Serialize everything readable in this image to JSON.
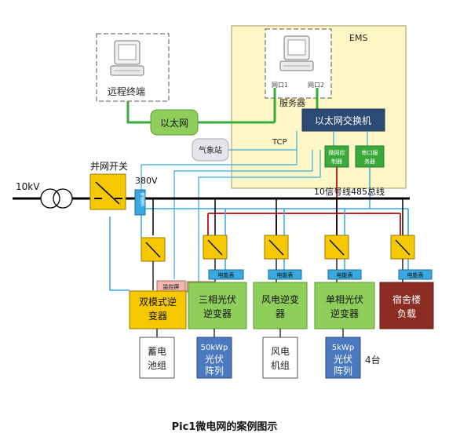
{
  "diagram": {
    "caption": "Pic1微电网的案例图示",
    "ems_label": "EMS",
    "remote_terminal": "远程终端",
    "server_label": "服务器",
    "server_port1": "网口1",
    "server_port2": "网口2",
    "ethernet": "以太网",
    "ethernet_switch": "以太网交换机",
    "weather_station": "气象站",
    "tcp": "TCP",
    "microgrid_ctrl": [
      "微网控",
      "制器"
    ],
    "serial_server": [
      "串口服",
      "务器"
    ],
    "grid_switch": "并网开关",
    "voltage_hv": "10kV",
    "voltage_lv": "380V",
    "signal_bus": "10信号线485总线",
    "energy_meter": "电能表",
    "monitor_screen": "监控屏",
    "units": [
      {
        "name": [
          "双模式逆",
          "变器"
        ],
        "source": [
          "蓄电",
          "池组"
        ]
      },
      {
        "name": [
          "三相光伏",
          "逆变器"
        ],
        "source": [
          "50kWp",
          "光伏",
          "阵列"
        ]
      },
      {
        "name": [
          "风电逆变",
          "器"
        ],
        "source": [
          "风电",
          "机组"
        ]
      },
      {
        "name": [
          "单相光伏",
          "逆变器"
        ],
        "source": [
          "5kWp",
          "光伏",
          "阵列"
        ]
      },
      {
        "name": [
          "宿舍楼",
          "负载"
        ]
      }
    ],
    "quantity_note": "4台",
    "colors": {
      "ems_bg": "#fff8c6",
      "green_box": "#8fce5b",
      "yellow_switch": "#f5c800",
      "dark_blue": "#2c4a76",
      "blue_box": "#4a79c0",
      "dark_red": "#8b2d22",
      "pink_box": "#efb7b0",
      "red_line": "#c0272d",
      "blue_line": "#3aa9df",
      "green_line": "#3aab3a"
    }
  }
}
